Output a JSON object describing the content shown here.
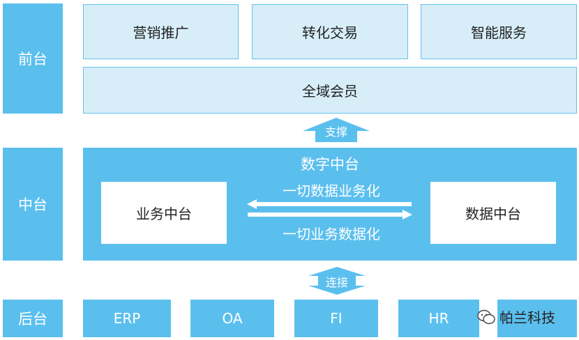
{
  "layers": {
    "front": "前台",
    "middle": "中台",
    "back": "后台"
  },
  "front": {
    "modules": [
      "营销推广",
      "转化交易",
      "智能服务"
    ],
    "member": "全域会员"
  },
  "support_label": "支撑",
  "middle": {
    "title": "数字中台",
    "business": "业务中台",
    "data": "数据中台",
    "flow_top": "一切数据业务化",
    "flow_bottom": "一切业务数据化"
  },
  "connect_label": "连接",
  "back": {
    "systems": [
      "ERP",
      "OA",
      "FI",
      "HR"
    ]
  },
  "watermark": "帕兰科技",
  "colors": {
    "blue": "#5bbfee",
    "light_blue": "#d7eef9",
    "white": "#ffffff"
  }
}
